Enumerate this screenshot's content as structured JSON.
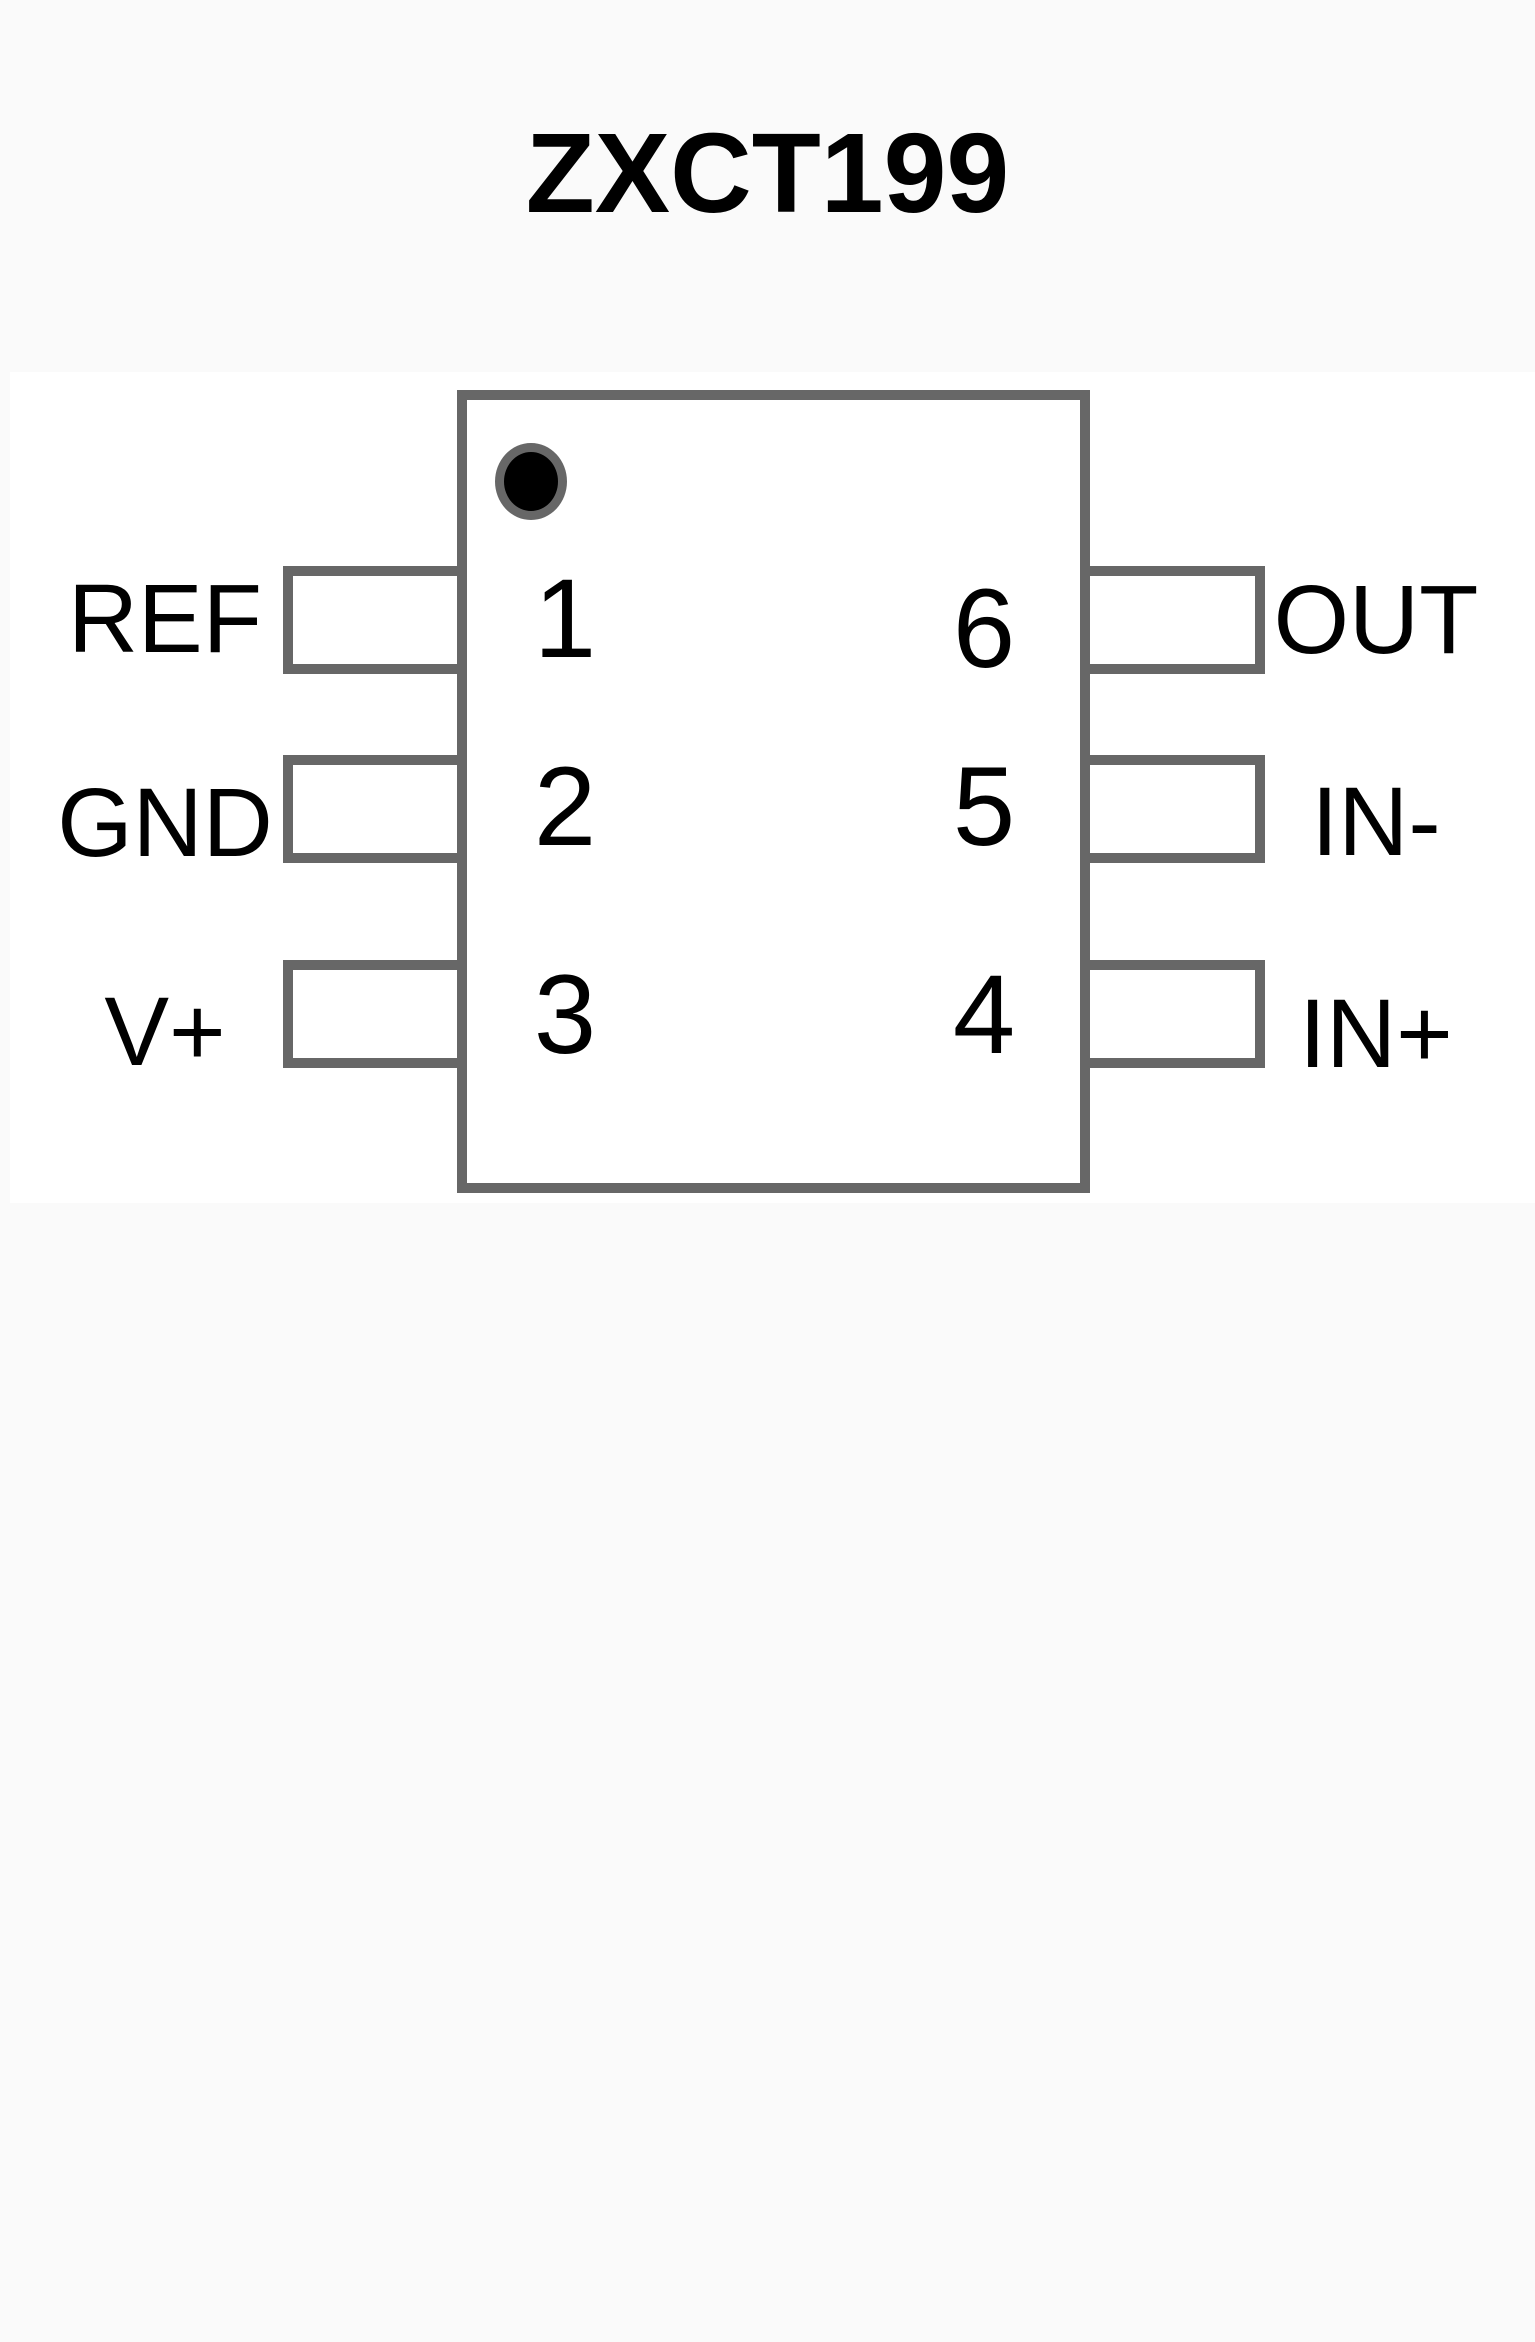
{
  "title": "ZXCT199",
  "chip": {
    "name": "ZXCT199",
    "package_pin_count": 6,
    "pin1_marker": "dot",
    "left_pins": [
      {
        "number": "1",
        "label": "REF"
      },
      {
        "number": "2",
        "label": "GND"
      },
      {
        "number": "3",
        "label": "V+"
      }
    ],
    "right_pins": [
      {
        "number": "6",
        "label": "OUT"
      },
      {
        "number": "5",
        "label": "IN-"
      },
      {
        "number": "4",
        "label": "IN+"
      }
    ]
  },
  "colors": {
    "outline": "#676767",
    "text": "#000000",
    "chip_fill": "#ffffff",
    "dot_fill": "#000000",
    "page_bg": "#fafafa",
    "panel_bg": "#ffffff"
  }
}
